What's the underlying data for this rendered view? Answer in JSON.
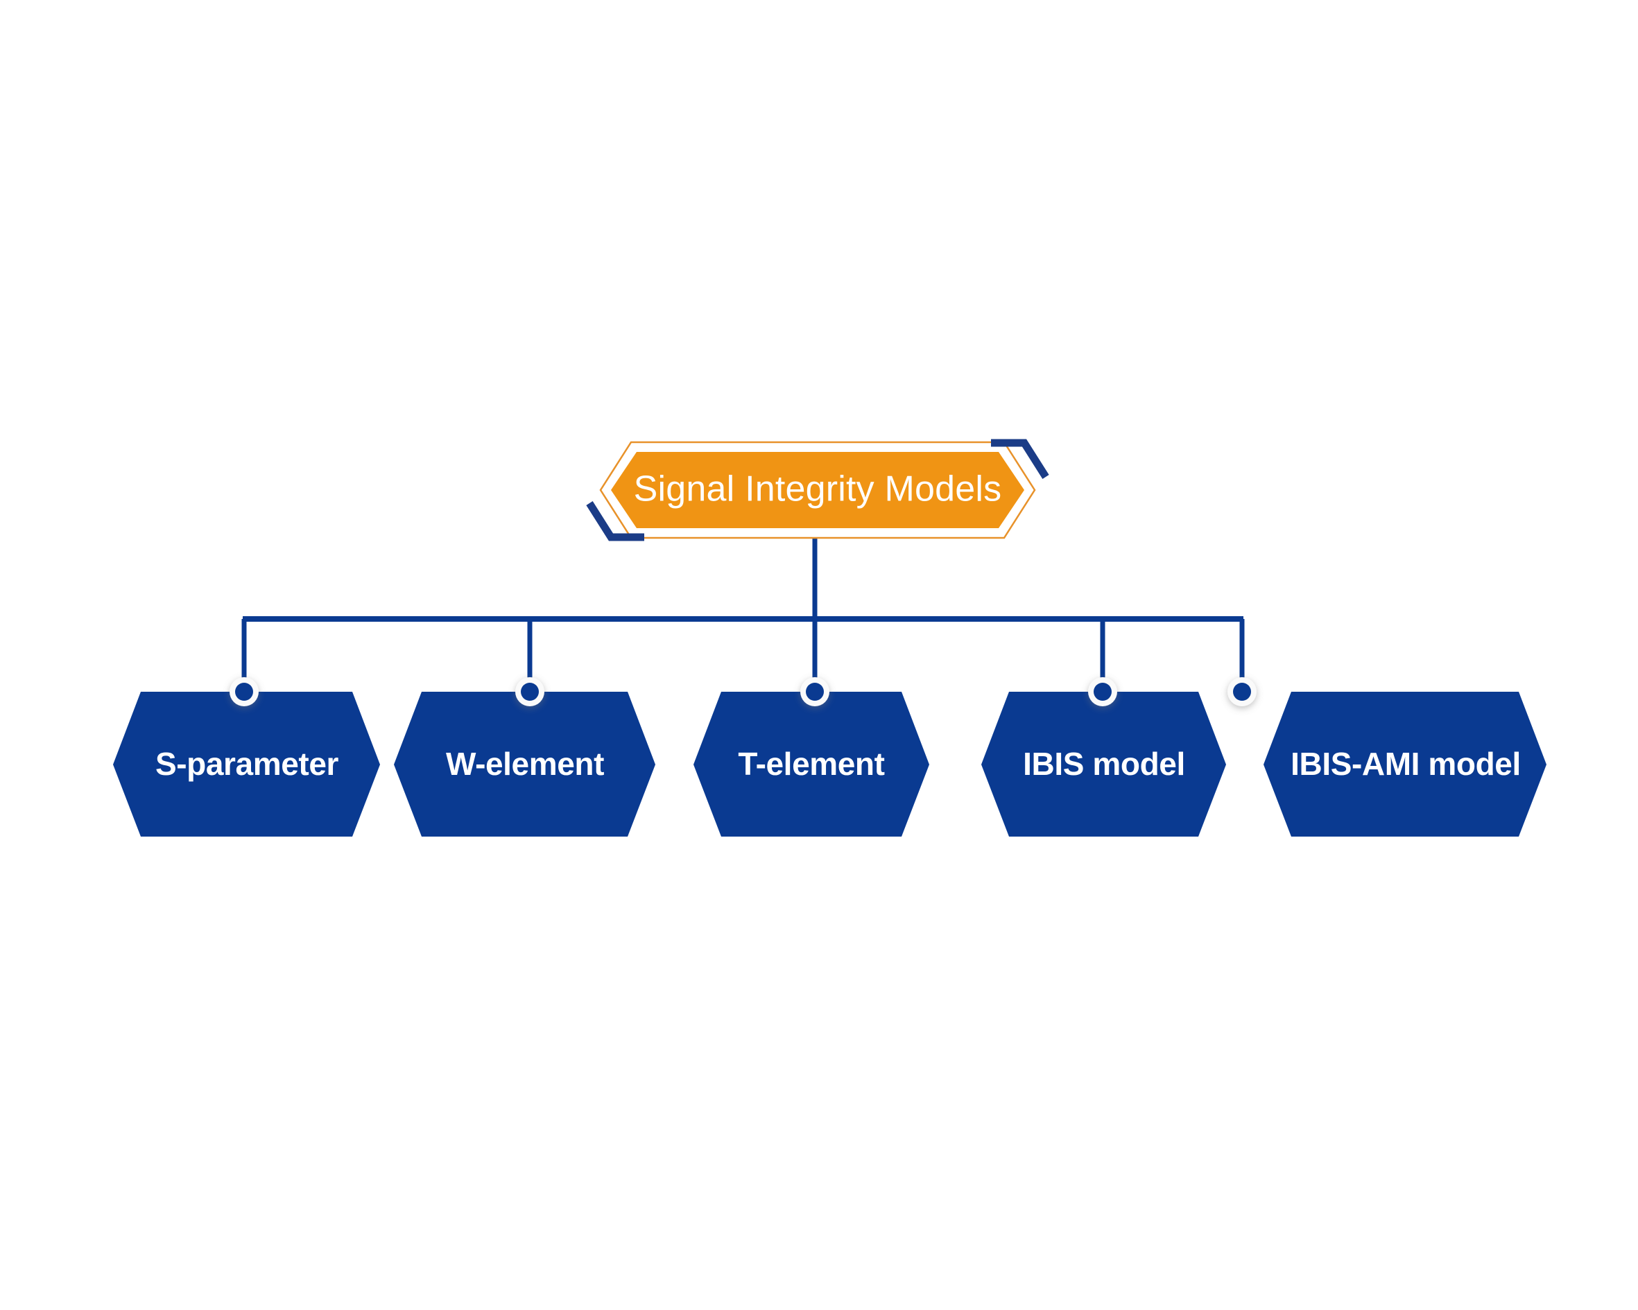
{
  "diagram": {
    "type": "hierarchy-tree",
    "title": "Signal Integrity Models",
    "root": {
      "label": "Signal Integrity Models",
      "shape": "hexagon",
      "fill_color": "#F09414",
      "text_color": "#FFFFFF",
      "outline_color": "#E8922A",
      "accent_color": "#1B3C87"
    },
    "connector": {
      "line_color": "#0A3A91",
      "node_dot_fill": "#0A3A91",
      "node_dot_ring": "#FFFFFF"
    },
    "children": [
      {
        "label": "S-parameter",
        "shape": "hexagon",
        "fill_color": "#0A3A91",
        "text_color": "#FFFFFF"
      },
      {
        "label": "W-element",
        "shape": "hexagon",
        "fill_color": "#0A3A91",
        "text_color": "#FFFFFF"
      },
      {
        "label": "T-element",
        "shape": "hexagon",
        "fill_color": "#0A3A91",
        "text_color": "#FFFFFF"
      },
      {
        "label": "IBIS model",
        "shape": "hexagon",
        "fill_color": "#0A3A91",
        "text_color": "#FFFFFF"
      },
      {
        "label": "IBIS-AMI model",
        "shape": "hexagon",
        "fill_color": "#0A3A91",
        "text_color": "#FFFFFF"
      }
    ]
  }
}
